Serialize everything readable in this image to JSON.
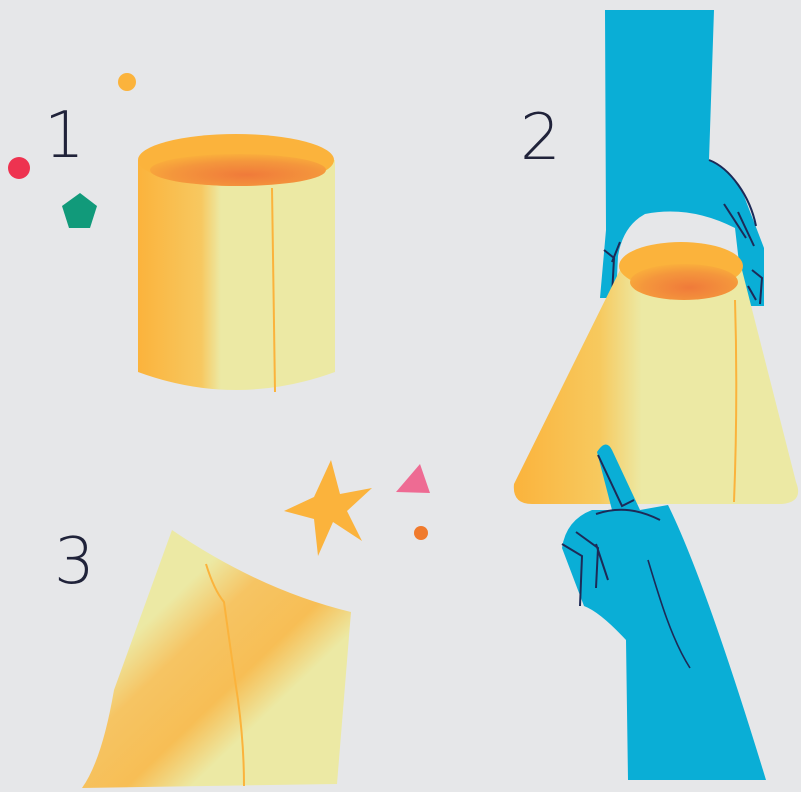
{
  "steps": [
    {
      "number": "1"
    },
    {
      "number": "2"
    },
    {
      "number": "3"
    }
  ],
  "colors": {
    "background": "#e6e7e9",
    "lampshade_light": "#ece9a4",
    "lampshade_orange": "#fbb33c",
    "lampshade_inner": "#f2843a",
    "hand_blue": "#0aaed6",
    "hand_outline": "#1d2a57",
    "number_ink": "#20233a",
    "confetti_red": "#ee3350",
    "confetti_green": "#119a7a",
    "confetti_pink": "#ee6b93",
    "confetti_orange": "#f07a2c",
    "confetti_yellow": "#fbb33c"
  },
  "icons": [
    "cylinder-lampshade",
    "cone-lampshade",
    "flat-lampshade-sheet",
    "hand",
    "star",
    "pentagon",
    "triangle",
    "dot"
  ]
}
